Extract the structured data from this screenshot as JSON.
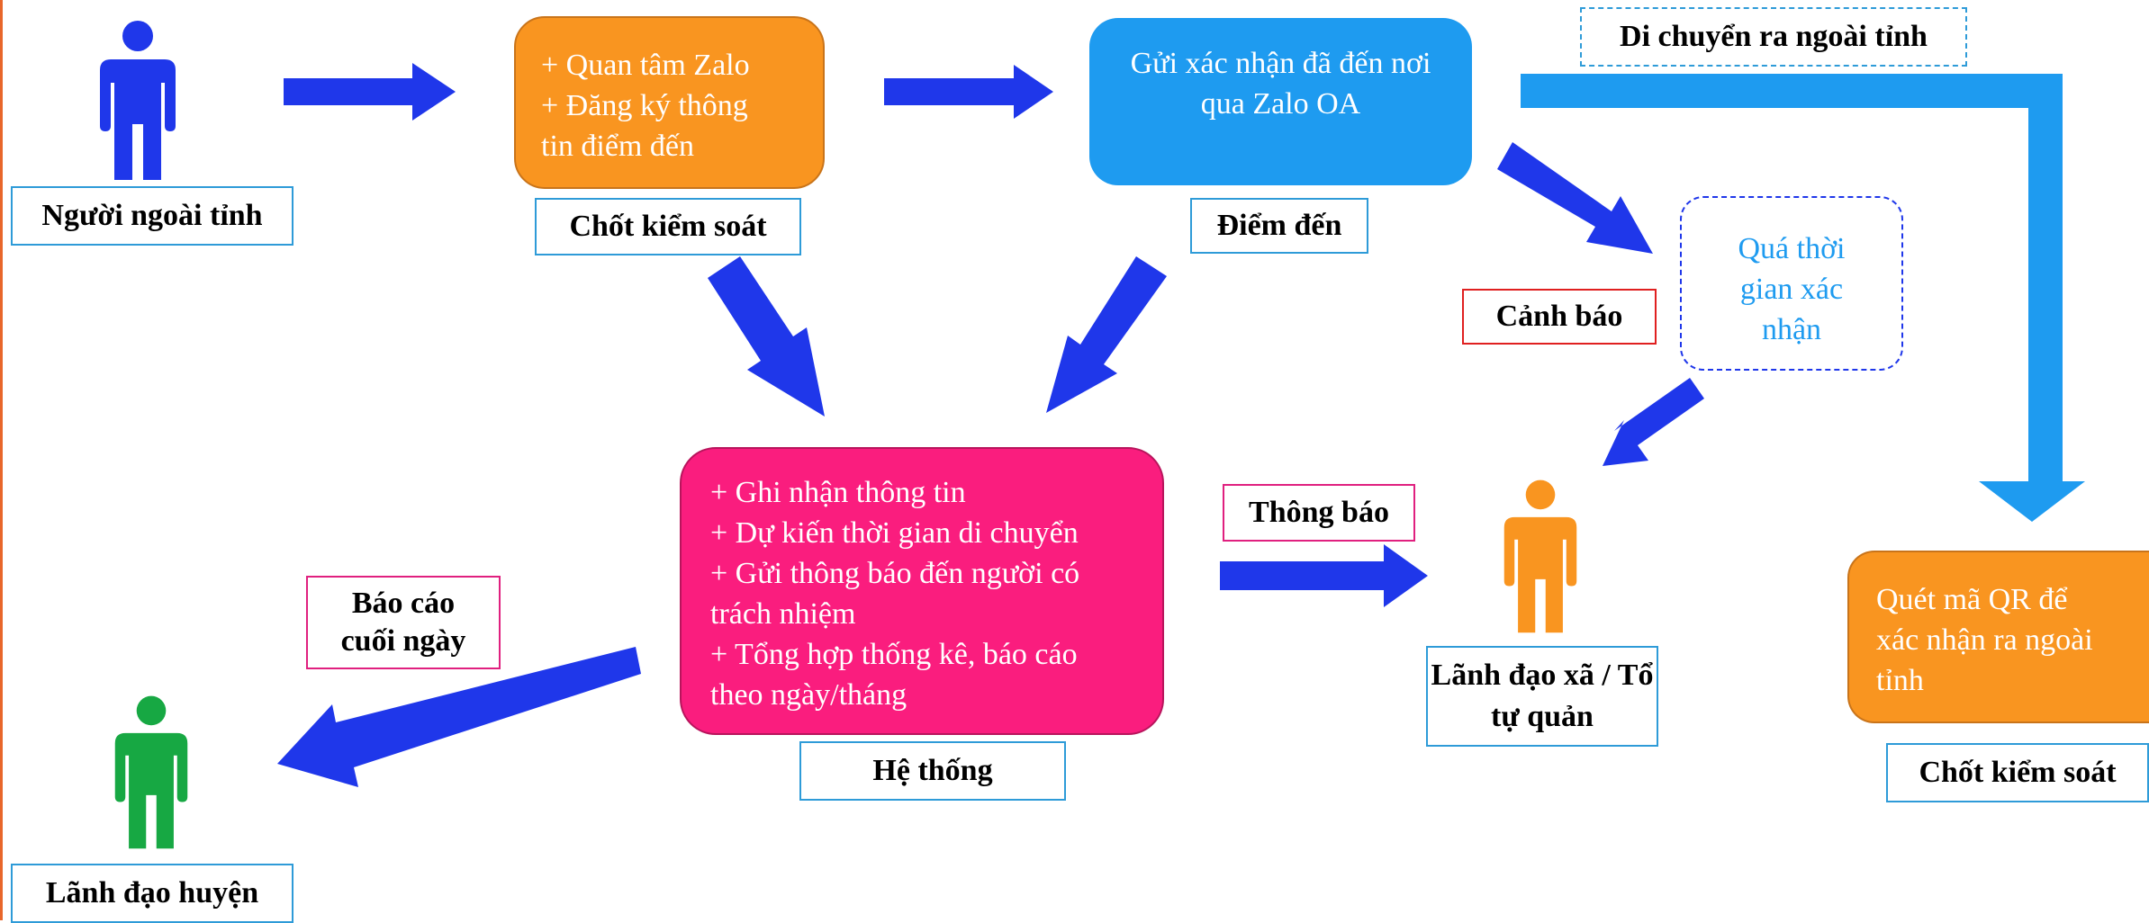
{
  "colors": {
    "arrow": "#1f37ea",
    "wide_arrow": "#1e9bf0",
    "orange": "#f99520",
    "blue": "#1e9bf0",
    "pink": "#fa1d7e",
    "person_blue": "#1f37ea",
    "person_orange": "#f99520",
    "person_green": "#17a843"
  },
  "actors": {
    "outsider": {
      "label": "Người ngoài tỉnh",
      "icon": "person-icon"
    },
    "commune_leader": {
      "label": "Lãnh đạo xã / Tổ tự quản",
      "icon": "person-icon"
    },
    "district_leader": {
      "label": "Lãnh đạo huyện",
      "icon": "person-icon"
    }
  },
  "nodes": {
    "checkpoint": {
      "lines": [
        "+ Quan tâm Zalo",
        "+ Đăng ký thông",
        "tin điểm đến"
      ],
      "label": "Chốt kiểm soát"
    },
    "destination": {
      "lines": [
        "Gửi xác nhận đã đến nơi",
        "qua Zalo OA"
      ],
      "label": "Điểm đến"
    },
    "overdue": {
      "lines": [
        "Quá thời",
        "gian xác",
        "nhận"
      ]
    },
    "system": {
      "lines": [
        "+ Ghi nhận thông tin",
        "+ Dự kiến thời gian di chuyển",
        "+ Gửi thông báo đến người có",
        "trách nhiệm",
        "+ Tổng hợp thống kê, báo cáo",
        "theo ngày/tháng"
      ],
      "label": "Hệ thống"
    },
    "exit_checkpoint": {
      "lines": [
        "Quét mã QR để",
        "xác nhận ra ngoài",
        "tỉnh"
      ],
      "label": "Chốt kiểm soát"
    }
  },
  "edge_labels": {
    "leave_province": "Di chuyển ra ngoài tỉnh",
    "warning": "Cảnh báo",
    "notify": "Thông báo",
    "daily_report_line1": "Báo cáo",
    "daily_report_line2": "cuối ngày"
  }
}
